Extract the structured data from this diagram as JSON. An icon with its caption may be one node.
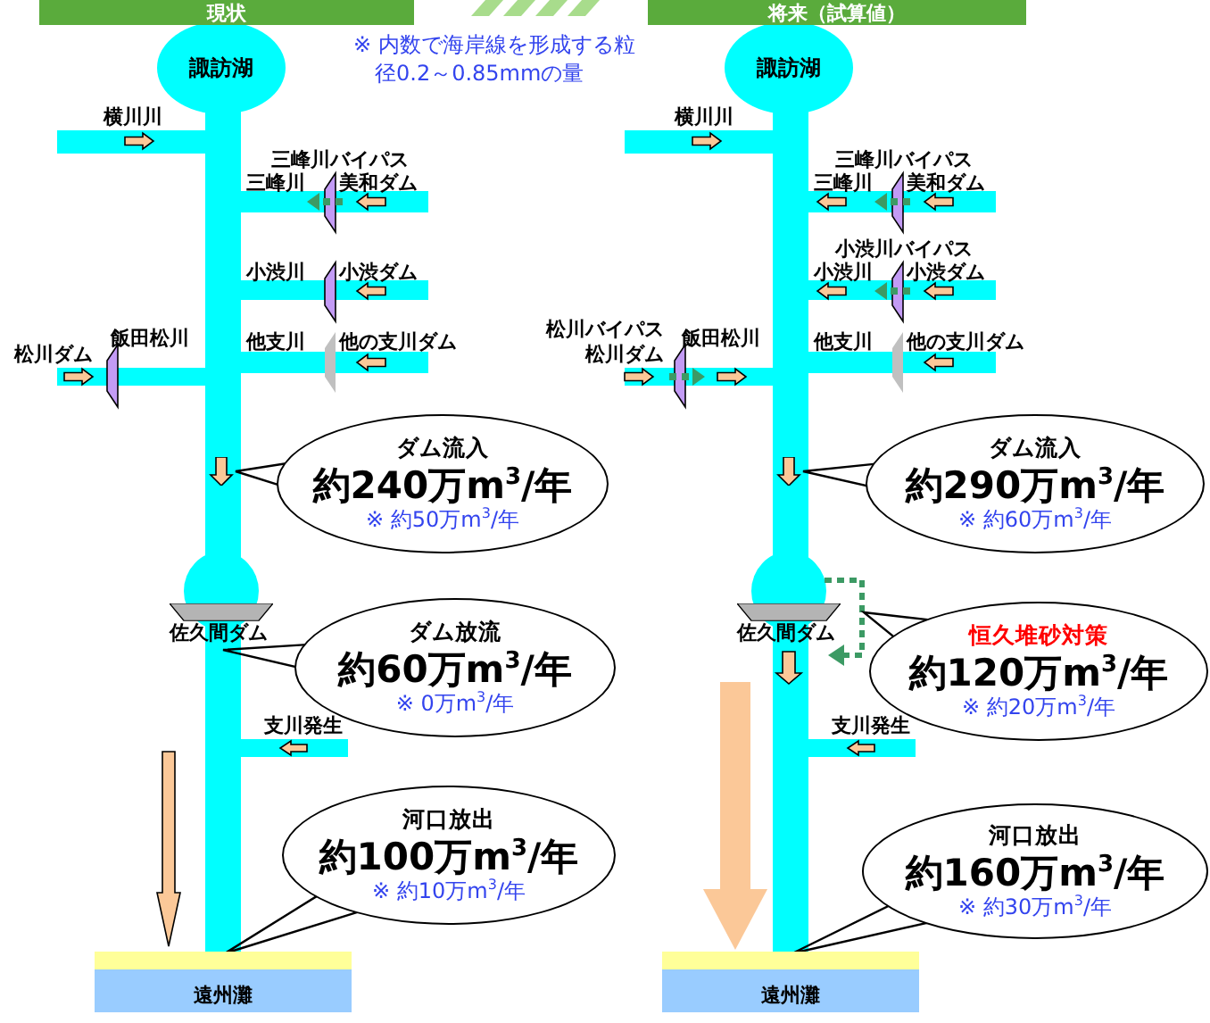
{
  "diagram": {
    "nodes": [
      {
        "text": [
          "諏訪湖"
        ]
      },
      {
        "text": [
          "ダム流入",
          "約240万m$^{3}$/年",
          "※ 約50万m$^{3}$/年"
        ]
      },
      {
        "text": [
          "ダム放流",
          "約60万m$^{3}$/年",
          "※ 0万m$^{3}$/年"
        ]
      },
      {
        "text": [
          "河口放出",
          "約100万m$^{3}$/年",
          "※ 約10万m$^{3}$/年"
        ]
      },
      {
        "text": [
          "遠州灘"
        ]
      },
      {
        "text": [
          "佐久間ダム"
        ]
      },
      {
        "text": [
          "諏訪湖"
        ]
      },
      {
        "text": [
          "ダム流入",
          "約290万m$^{3}$/年",
          "※ 約60万m$^{3}$/年"
        ]
      },
      {
        "text": [
          "恒久堆砂対策",
          "約120万m$^{3}$/年",
          "※ 約20万m$^{3}$/年"
        ]
      },
      {
        "text": [
          "河口放出",
          "約160万m$^{3}$/年",
          "※ 約30万m$^{3}$/年"
        ]
      },
      {
        "text": [
          "佐久間ダム"
        ]
      },
      {
        "text": [
          "遠州灘"
        ]
      },
      {
        "text": [],
        "shape": "arrow"
      },
      {
        "text": [],
        "shape": "arrow"
      }
    ],
    "edges": [
      {
        "from": 1,
        "to": 12,
        "arrow": "none"
      },
      {
        "from": 2,
        "to": 5,
        "arrow": "none"
      },
      {
        "from": 3,
        "to": 4,
        "arrow": "none"
      },
      {
        "from": 7,
        "to": 13,
        "arrow": "none"
      },
      {
        "from": 8,
        "to": null,
        "arrow": "none"
      },
      {
        "from": 9,
        "to": 11,
        "arrow": "none"
      },
      {
        "from": 10,
        "to": 11,
        "arrow": "to",
        "style": "thick",
        "color": "#fbc898"
      }
    ],
    "labels": [
      "現状",
      "将来（試算値）",
      "※ 内数で海岸線を形成する粒径0.2～0.85mmの量",
      "横川川",
      "三峰川バイパス",
      "三峰川",
      "美和ダム",
      "小渋川",
      "小渋ダム",
      "飯田松川",
      "松川ダム",
      "他支川",
      "他の支川ダム",
      "支川発生",
      "横川川",
      "三峰川バイパス",
      "三峰川",
      "美和ダム",
      "小渋川バイパス",
      "小渋川",
      "小渋ダム",
      "松川バイパス",
      "飯田松川",
      "松川ダム",
      "他支川",
      "他の支川ダム",
      "支川発生"
    ]
  }
}
